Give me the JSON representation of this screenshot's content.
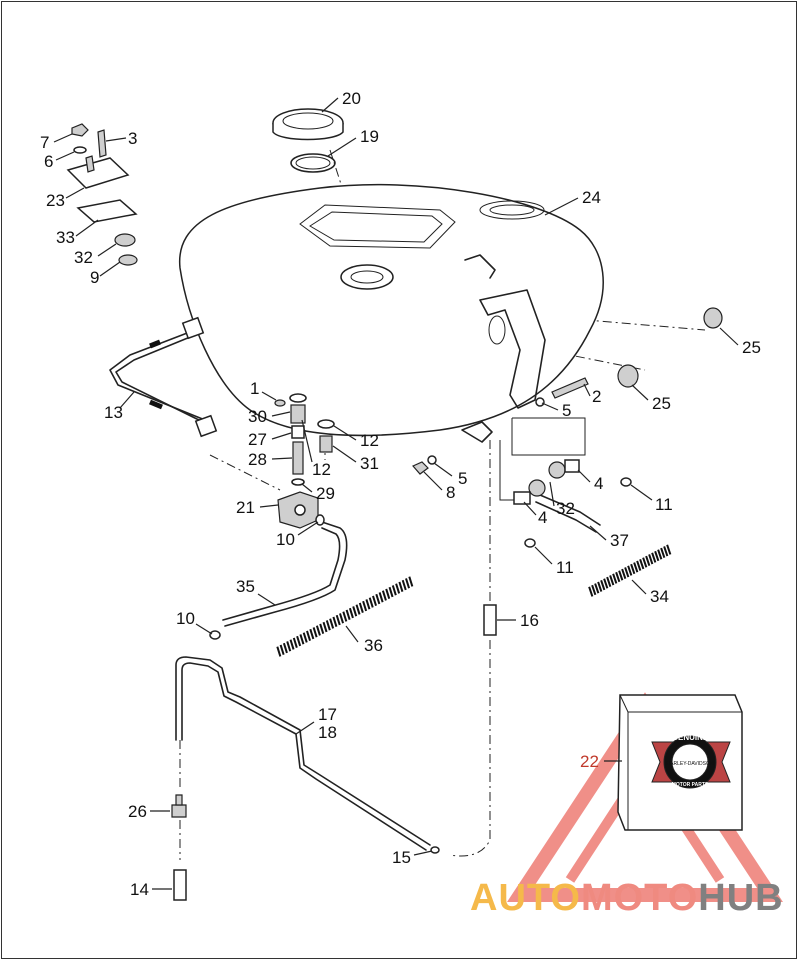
{
  "diagram": {
    "callouts": [
      {
        "id": "c20",
        "label": "20"
      },
      {
        "id": "c19",
        "label": "19"
      },
      {
        "id": "c24",
        "label": "24"
      },
      {
        "id": "c7",
        "label": "7"
      },
      {
        "id": "c6",
        "label": "6"
      },
      {
        "id": "c3",
        "label": "3"
      },
      {
        "id": "c23",
        "label": "23"
      },
      {
        "id": "c33",
        "label": "33"
      },
      {
        "id": "c32a",
        "label": "32"
      },
      {
        "id": "c9",
        "label": "9"
      },
      {
        "id": "c25a",
        "label": "25"
      },
      {
        "id": "c25b",
        "label": "25"
      },
      {
        "id": "c1",
        "label": "1"
      },
      {
        "id": "c30",
        "label": "30"
      },
      {
        "id": "c27",
        "label": "27"
      },
      {
        "id": "c28",
        "label": "28"
      },
      {
        "id": "c12a",
        "label": "12"
      },
      {
        "id": "c12b",
        "label": "12"
      },
      {
        "id": "c31",
        "label": "31"
      },
      {
        "id": "c29",
        "label": "29"
      },
      {
        "id": "c13",
        "label": "13"
      },
      {
        "id": "c21",
        "label": "21"
      },
      {
        "id": "c10a",
        "label": "10"
      },
      {
        "id": "c2",
        "label": "2"
      },
      {
        "id": "c5a",
        "label": "5"
      },
      {
        "id": "c5b",
        "label": "5"
      },
      {
        "id": "c8",
        "label": "8"
      },
      {
        "id": "c4a",
        "label": "4"
      },
      {
        "id": "c4b",
        "label": "4"
      },
      {
        "id": "c32b",
        "label": "32"
      },
      {
        "id": "c11a",
        "label": "11"
      },
      {
        "id": "c11b",
        "label": "11"
      },
      {
        "id": "c37",
        "label": "37"
      },
      {
        "id": "c35",
        "label": "35"
      },
      {
        "id": "c10b",
        "label": "10"
      },
      {
        "id": "c36",
        "label": "36"
      },
      {
        "id": "c16",
        "label": "16"
      },
      {
        "id": "c34",
        "label": "34"
      },
      {
        "id": "c17",
        "label": "17"
      },
      {
        "id": "c18",
        "label": "18"
      },
      {
        "id": "c22",
        "label": "22"
      },
      {
        "id": "c26",
        "label": "26"
      },
      {
        "id": "c15",
        "label": "15"
      },
      {
        "id": "c14",
        "label": "14"
      }
    ]
  },
  "badge": {
    "line1": "GENUINE",
    "line2": "HARLEY-DAVIDSON",
    "line3": "MOTOR PARTS"
  },
  "watermark": {
    "part1": "AUTO",
    "part2": "MOTO",
    "part3": "HUB",
    "colors": {
      "auto": "#f5b94a",
      "moto": "#ef8a80",
      "hub": "#808080",
      "triangle": "#ee7c74"
    }
  }
}
